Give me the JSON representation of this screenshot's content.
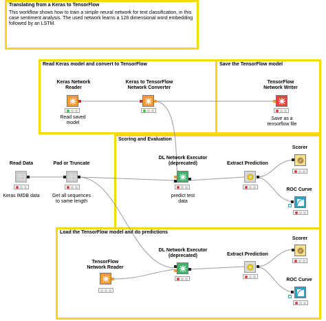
{
  "colors": {
    "annotation_border": "#f5d90a",
    "learner_orange": "#f59b2a",
    "manipulator_yellow": "#f2e08a",
    "source_gray": "#c9c9c9",
    "predictor_green": "#3fb56b",
    "writer_red": "#e8433f",
    "viz_blue": "#27a5c8",
    "status_red": "#e03a3a",
    "status_green": "#36c24a",
    "status_gray": "#d0d0d0"
  },
  "annotations": {
    "intro": {
      "title": "Translating from a Keras to TensorFlow",
      "description": "This workflow shows how to train a simple neural network for text classification, in this case sentiment analysis. The used network learns a 128 dimensional word embedding followed by an LSTM."
    },
    "read_keras": {
      "title": "Read Keras model and convert to TensorFlow"
    },
    "save_tf": {
      "title": "Save the TensorFlow model"
    },
    "scoring": {
      "title": "Scoring and Evaluation"
    },
    "load_tf": {
      "title": "Load the TensorFlow model and do predictions"
    }
  },
  "nodes": {
    "keras_reader": {
      "label": "Keras Network\nReader",
      "caption": "Read saved\nmodel",
      "icon": "network-icon",
      "status": [
        "green",
        "gray",
        "gray"
      ]
    },
    "keras_to_tf": {
      "label": "Keras to TensorFlow\nNetwork Converter",
      "caption": "",
      "icon": "network-icon",
      "status": [
        "green",
        "gray",
        "gray"
      ]
    },
    "tf_writer": {
      "label": "TensorFlow\nNetwork Writer",
      "caption": "Save as a\ntensorflow file",
      "icon": "network-icon",
      "status": [
        "red",
        "gray",
        "gray"
      ]
    },
    "read_data": {
      "label": "Read Data",
      "caption": "Keras IMDB data",
      "icon": "table-icon",
      "status": [
        "red",
        "gray",
        "gray"
      ]
    },
    "pad_truncate": {
      "label": "Pad or Truncate",
      "caption": "Get all sequences\nto same length",
      "icon": "table-icon",
      "status": [
        "red",
        "gray",
        "gray"
      ]
    },
    "dl_executor_1": {
      "label": "DL Network Executor\n(deprecated)",
      "caption": "predict test\ndata",
      "icon": "network-icon",
      "status": [
        "red",
        "gray",
        "gray"
      ]
    },
    "extract_prediction_1": {
      "label": "Extract Prediction",
      "caption": "",
      "icon": "gear-icon",
      "status": [
        "red",
        "gray",
        "gray"
      ]
    },
    "scorer_1": {
      "label": "Scorer",
      "caption": "",
      "icon": "scorer-icon",
      "status": [
        "red",
        "gray",
        "gray"
      ]
    },
    "roc_curve_1": {
      "label": "ROC Curve",
      "caption": "",
      "icon": "roc-icon",
      "status": [
        "red",
        "gray",
        "gray"
      ]
    },
    "tf_reader": {
      "label": "TensorFlow\nNetwork Reader",
      "caption": "",
      "icon": "network-icon",
      "status": [
        "gray",
        "gray",
        "gray"
      ]
    },
    "dl_executor_2": {
      "label": "DL Network Executor\n(deprecated)",
      "caption": "",
      "icon": "network-icon",
      "status": [
        "red",
        "gray",
        "gray"
      ]
    },
    "extract_prediction_2": {
      "label": "Extract Prediction",
      "caption": "",
      "icon": "gear-icon",
      "status": [
        "red",
        "gray",
        "gray"
      ]
    },
    "scorer_2": {
      "label": "Scorer",
      "caption": "",
      "icon": "scorer-icon",
      "status": [
        "red",
        "gray",
        "gray"
      ]
    },
    "roc_curve_2": {
      "label": "ROC Curve",
      "caption": "",
      "icon": "roc-icon",
      "status": [
        "red",
        "gray",
        "gray"
      ]
    }
  }
}
